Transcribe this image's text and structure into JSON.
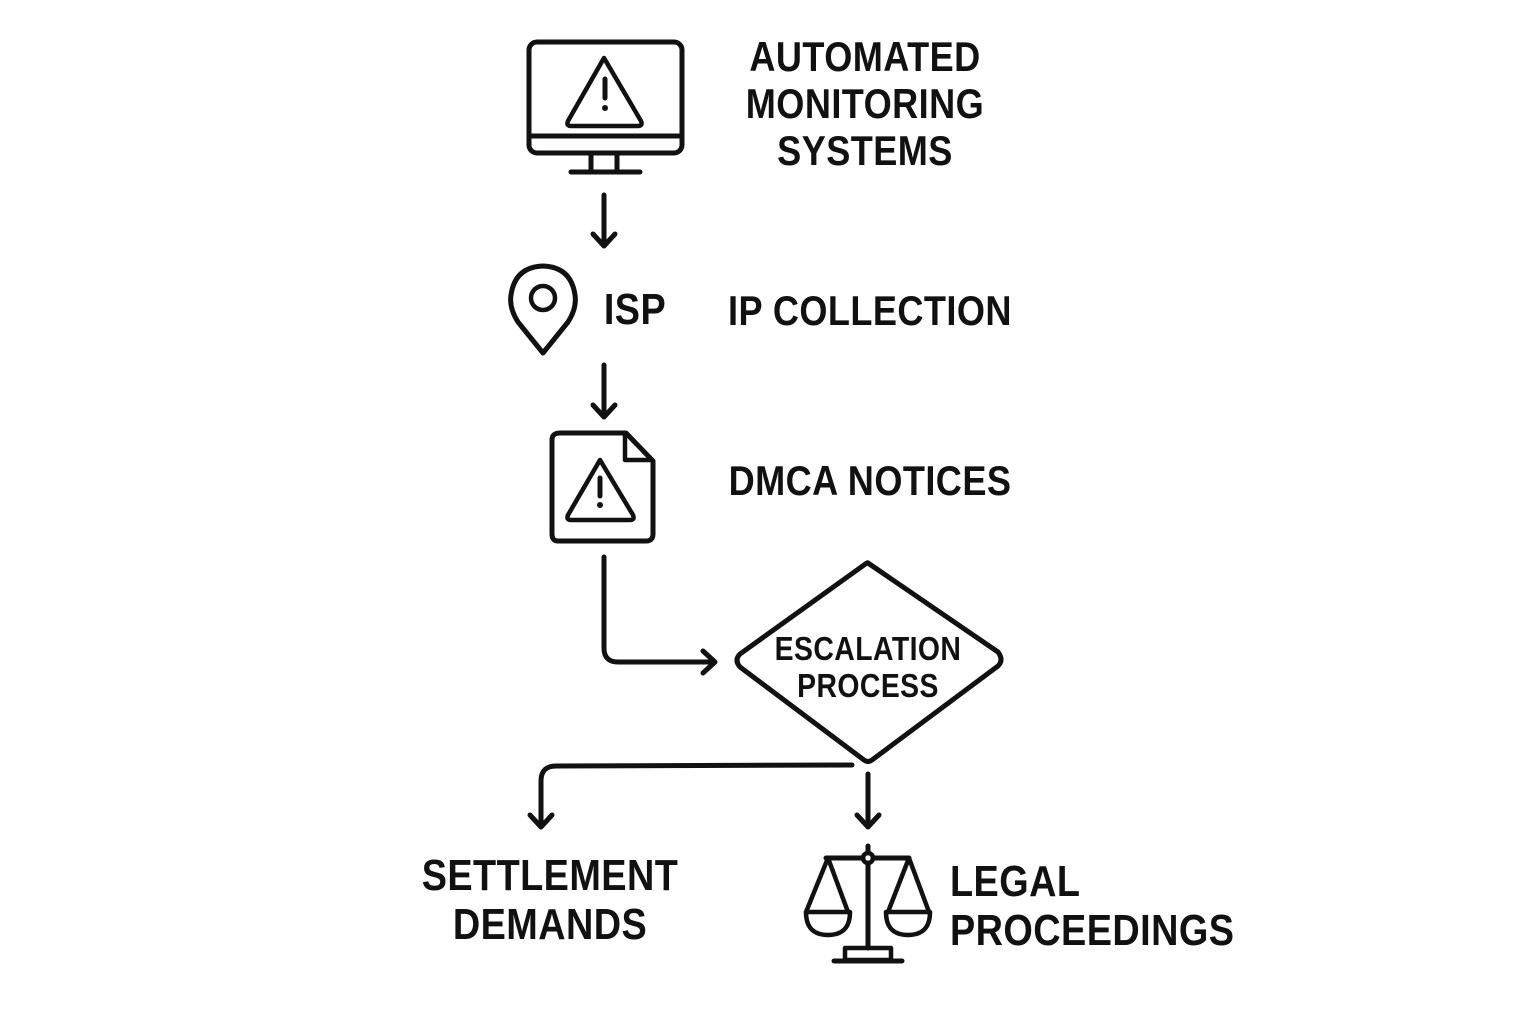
{
  "diagram": {
    "type": "flowchart",
    "nodes": [
      {
        "id": "monitoring",
        "label": "AUTOMATED\nMONITORING\nSYSTEMS",
        "icon": "monitor-warning-icon"
      },
      {
        "id": "isp",
        "label": "ISP",
        "icon": "location-pin-icon"
      },
      {
        "id": "ip-collection",
        "label": "IP COLLECTION"
      },
      {
        "id": "dmca",
        "label": "DMCA NOTICES",
        "icon": "document-warning-icon"
      },
      {
        "id": "escalation",
        "label": "ESCALATION\nPROCESS",
        "shape": "diamond"
      },
      {
        "id": "settlement",
        "label": "SETTLEMENT\nDEMANDS"
      },
      {
        "id": "legal",
        "label": "LEGAL\nPROCEEDINGS",
        "icon": "scales-of-justice-icon"
      }
    ],
    "edges": [
      {
        "from": "monitoring",
        "to": "isp"
      },
      {
        "from": "isp",
        "to": "dmca"
      },
      {
        "from": "dmca",
        "to": "escalation"
      },
      {
        "from": "escalation",
        "to": "settlement"
      },
      {
        "from": "escalation",
        "to": "legal"
      }
    ],
    "colors": {
      "stroke": "#111111",
      "background": "#ffffff"
    }
  }
}
